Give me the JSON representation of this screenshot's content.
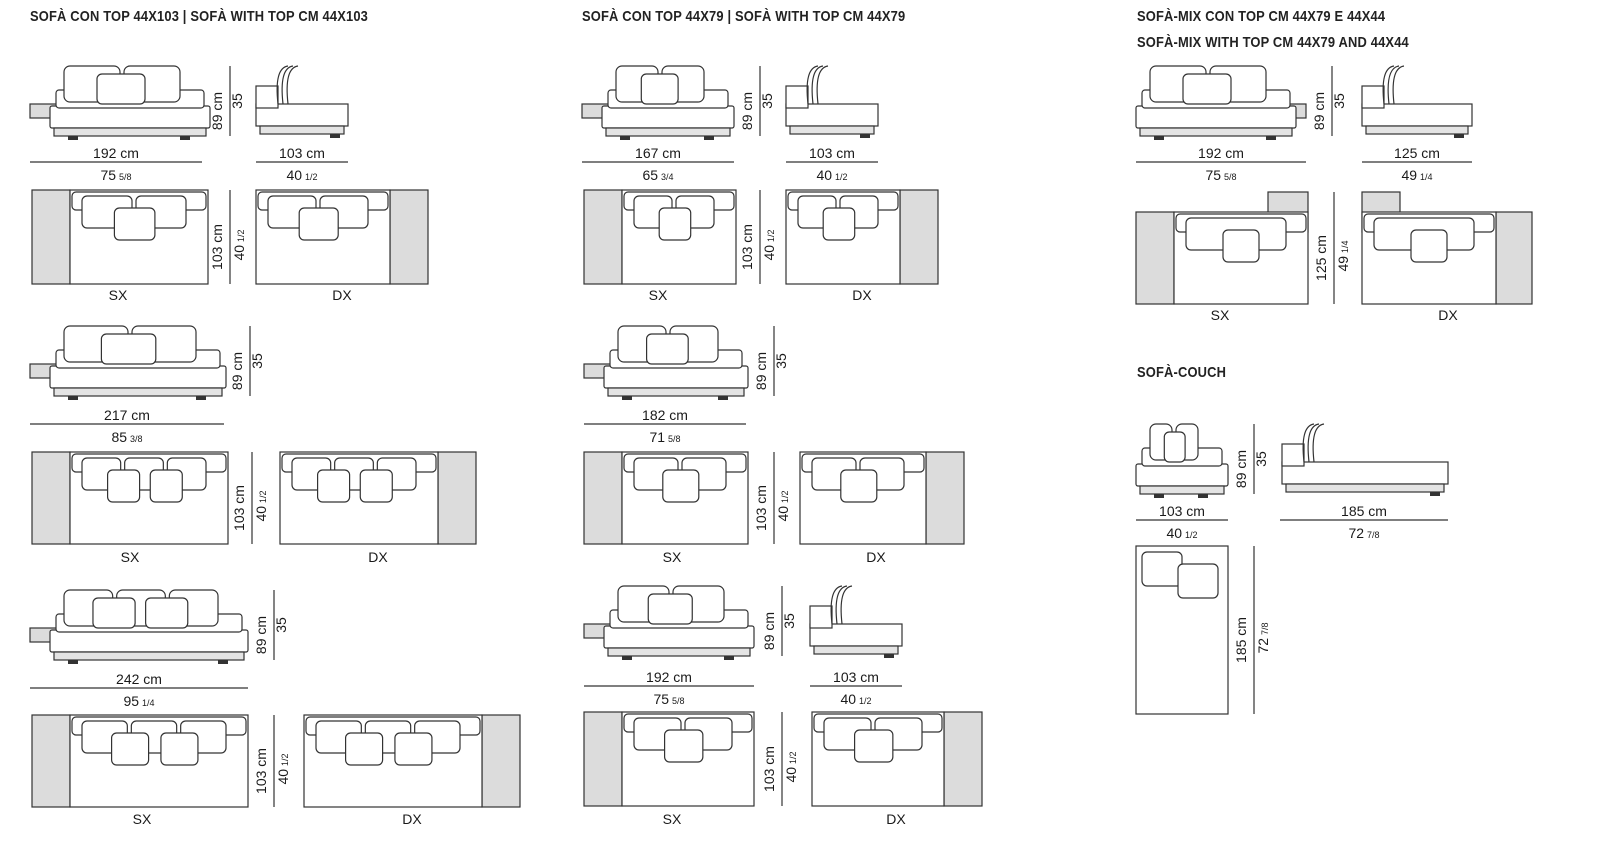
{
  "headers": {
    "col1": "SOFÀ CON TOP 44X103  |  SOFÀ WITH TOP CM 44X103",
    "col2": "SOFÀ CON TOP 44X79  |  SOFÀ WITH TOP CM 44X79",
    "col3_line1": "SOFÀ-MIX CON TOP CM 44X79 E 44X44",
    "col3_line2": "SOFÀ-MIX WITH TOP CM 44X79 AND 44X44",
    "couch": "SOFÀ-COUCH"
  },
  "labels": {
    "left": "SX",
    "right": "DX"
  },
  "dims": {
    "h89": "89 cm",
    "h35": "35",
    "d103": "103 cm",
    "d103in": "40",
    "d103frac": "1/2",
    "c1_192": "192 cm",
    "c1_192in": "75",
    "c1_192frac": "5/8",
    "c1_217": "217 cm",
    "c1_217in": "85",
    "c1_217frac": "3/8",
    "c1_242": "242 cm",
    "c1_242in": "95",
    "c1_242frac": "1/4",
    "c2_167": "167 cm",
    "c2_167in": "65",
    "c2_167frac": "3/4",
    "c2_182": "182 cm",
    "c2_182in": "71",
    "c2_182frac": "5/8",
    "c2_192": "192 cm",
    "c2_192in": "75",
    "c2_192frac": "5/8",
    "c3_192": "192 cm",
    "c3_192in": "75",
    "c3_192frac": "5/8",
    "c3_125": "125 cm",
    "c3_125in": "49",
    "c3_125frac": "1/4",
    "c3_side125": "125 cm",
    "c3_side125in": "49",
    "c3_side125frac": "1/4",
    "couch_103": "103 cm",
    "couch_103in": "40",
    "couch_103frac": "1/2",
    "couch_185": "185 cm",
    "couch_185in": "72",
    "couch_185frac": "7/8",
    "couch_side185": "185 cm",
    "couch_side185in": "72",
    "couch_side185frac": "7/8"
  }
}
